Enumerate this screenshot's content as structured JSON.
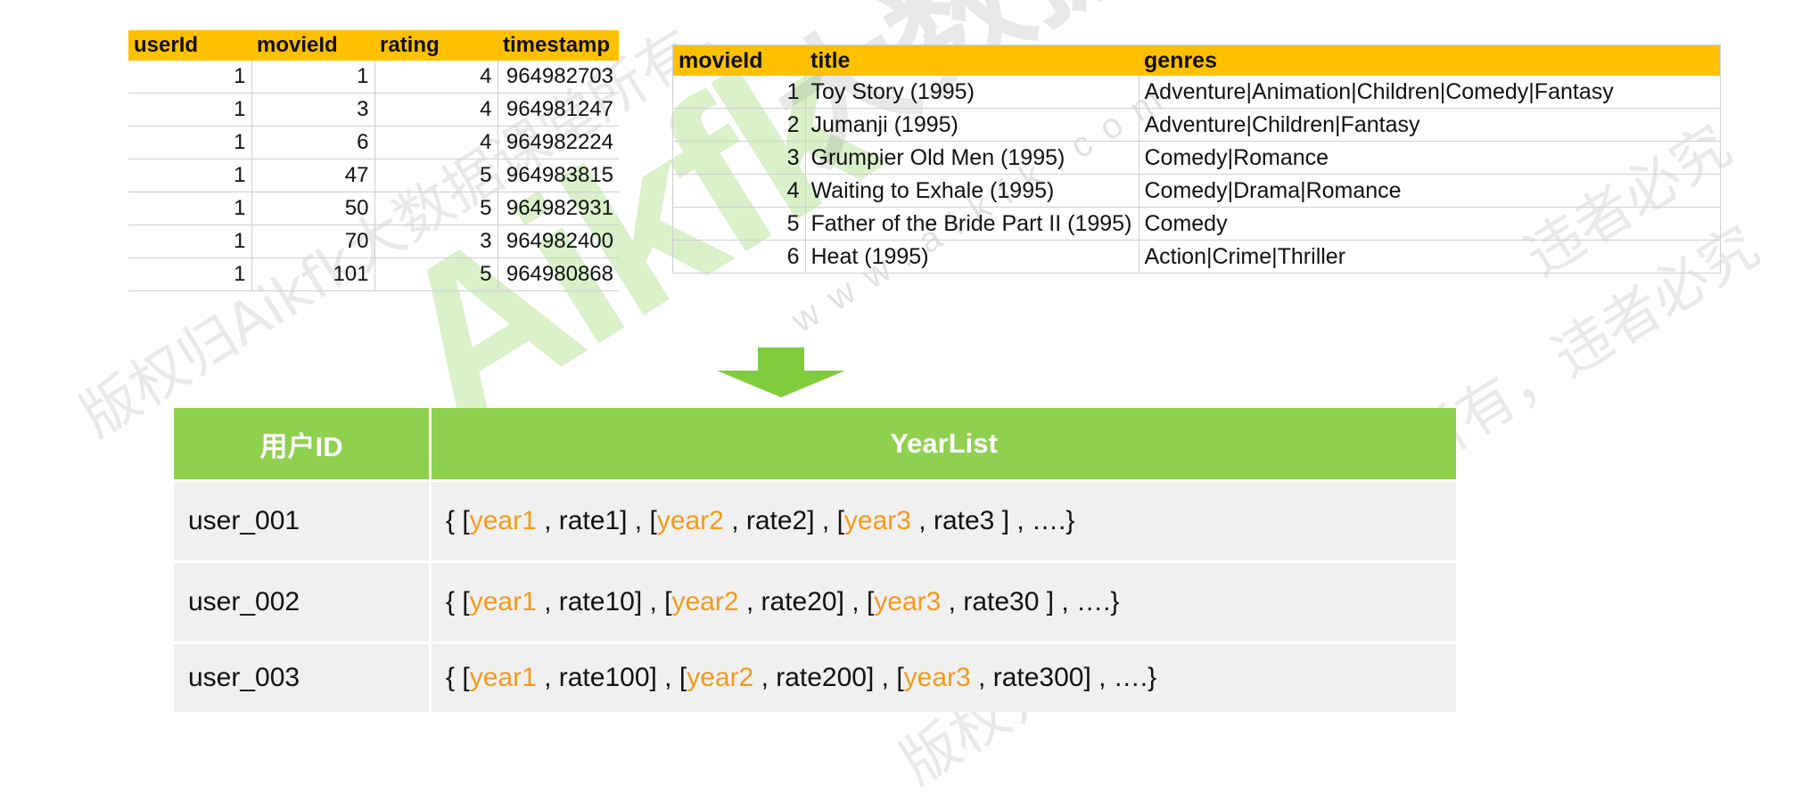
{
  "watermarks": {
    "logo": "Aikfk",
    "cn_big": "大数据课堂",
    "cn_lines": [
      "版权归Aikfk大数据课堂所有，",
      "违者必究",
      "版权归Aikfk大数据课堂所有，违者必究"
    ],
    "www": "www.aikfk.com"
  },
  "ratings_table": {
    "headers": [
      "userId",
      "movieId",
      "rating",
      "timestamp"
    ],
    "rows": [
      [
        "1",
        "1",
        "4",
        "964982703"
      ],
      [
        "1",
        "3",
        "4",
        "964981247"
      ],
      [
        "1",
        "6",
        "4",
        "964982224"
      ],
      [
        "1",
        "47",
        "5",
        "964983815"
      ],
      [
        "1",
        "50",
        "5",
        "964982931"
      ],
      [
        "1",
        "70",
        "3",
        "964982400"
      ],
      [
        "1",
        "101",
        "5",
        "964980868"
      ]
    ]
  },
  "movies_table": {
    "headers": [
      "movieId",
      "title",
      "genres"
    ],
    "rows": [
      [
        "1",
        "Toy Story (1995)",
        "Adventure|Animation|Children|Comedy|Fantasy"
      ],
      [
        "2",
        "Jumanji (1995)",
        "Adventure|Children|Fantasy"
      ],
      [
        "3",
        "Grumpier Old Men (1995)",
        "Comedy|Romance"
      ],
      [
        "4",
        "Waiting to Exhale (1995)",
        "Comedy|Drama|Romance"
      ],
      [
        "5",
        "Father of the Bride Part II (1995)",
        "Comedy"
      ],
      [
        "6",
        "Heat (1995)",
        "Action|Crime|Thriller"
      ]
    ]
  },
  "result_table": {
    "headers": [
      "用户ID",
      "YearList"
    ],
    "rows": [
      {
        "user": "user_001",
        "parts": [
          "{ [",
          "year1",
          " , rate1] , [",
          "year2",
          " , rate2] , [",
          "year3",
          " , rate3 ] , ….}"
        ]
      },
      {
        "user": "user_002",
        "parts": [
          "{ [",
          "year1",
          " , rate10] , [",
          "year2",
          " , rate20] , [",
          "year3",
          " , rate30 ] , ….}"
        ]
      },
      {
        "user": "user_003",
        "parts": [
          "{ [",
          "year1",
          " , rate100] , [",
          "year2",
          " , rate200] , [",
          "year3",
          " , rate300] , ….}"
        ]
      }
    ]
  },
  "colors": {
    "header_orange": "#ffc000",
    "header_green": "#8fd14f",
    "arrow_green": "#7fcc3c",
    "year_highlight": "#f39a1c",
    "row_bg": "#f0f0f0"
  }
}
